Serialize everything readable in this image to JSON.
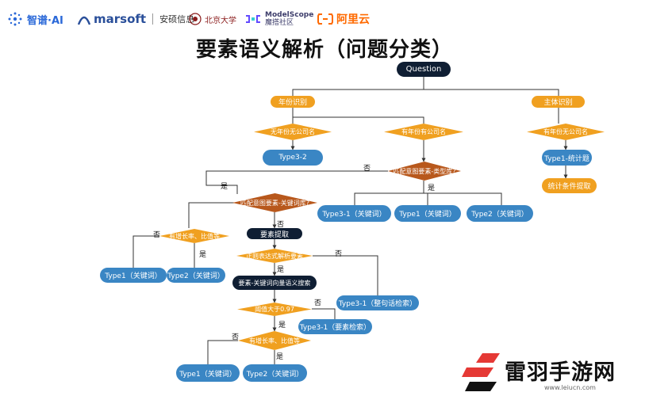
{
  "logos": {
    "zhipu": "智谱·AI",
    "marsoft": "marsoft",
    "marsoft_cn": "安硕信息",
    "pku": "北京大学",
    "modelscope_en": "ModelScope",
    "modelscope_cn": "魔搭社区",
    "aliyun": "阿里云"
  },
  "title": "要素语义解析（问题分类）",
  "nodes": {
    "question": "Question",
    "year_recognition": "年份识别",
    "subject_recognition": "主体识别",
    "d_no_year_no_company": "无年份无公司名",
    "d_year_company": "有年份有公司名",
    "d_year_no_company": "有年份无公司名",
    "type3_2": "Type3-2",
    "type1_stats": "Type1-统计题",
    "stat_condition_extract": "统计条件提取",
    "d_match_element_type_lib": "匹配意图要素-类型库?",
    "type3_1_keyword_a": "Type3-1（关键词）",
    "type1_keyword_a": "Type1（关键词）",
    "type2_keyword_a": "Type2（关键词）",
    "d_match_element_keyword_lib": "匹配意图要素-关键词库?",
    "element_extract": "要素提取",
    "d_growth_ratio_a": "有增长率、比值等",
    "type1_keyword_b": "Type1（关键词）",
    "type2_keyword_b": "Type2（关键词）",
    "d_regex_parse": "正则表达式解析要素",
    "element_keyword_vector_search": "要素-关键词向量语义搜索",
    "type3_1_sentence_search": "Type3-1（整句话检索）",
    "d_threshold": "阈值大于0.97",
    "type3_1_element_search": "Type3-1（要素检索）",
    "d_growth_ratio_b": "有增长率、比值等",
    "type1_keyword_c": "Type1（关键词）",
    "type2_keyword_c": "Type2（关键词）"
  },
  "edge_labels": {
    "no_1": "否",
    "yes_1": "是",
    "yes_2": "是",
    "no_2": "否",
    "no_3": "否",
    "yes_3": "是",
    "no_4": "否",
    "yes_4": "是",
    "no_5": "否",
    "yes_5": "是",
    "no_6": "否",
    "yes_6": "是"
  },
  "watermark": {
    "brand": "雷羽手游网",
    "url": "www.leiucn.com"
  },
  "colors": {
    "dark": "#0f1e33",
    "orange": "#f0a020",
    "brown_diamond": "#b8581c",
    "blue": "#3a86c4",
    "line": "#333333"
  }
}
